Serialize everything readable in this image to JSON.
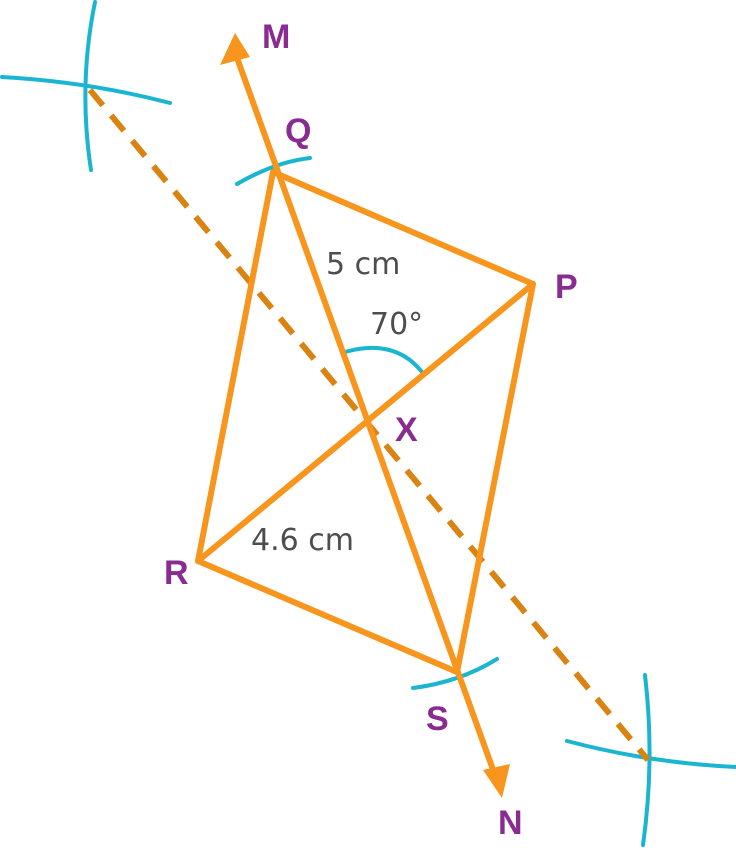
{
  "points": {
    "M": "M",
    "Q": "Q",
    "P": "P",
    "X": "X",
    "R": "R",
    "S": "S",
    "N": "N"
  },
  "measurements": {
    "qx_length": "5 cm",
    "rx_length": "4.6 cm",
    "angle": "70°"
  },
  "colors": {
    "figure": "#f7951d",
    "bisector": "#d98412",
    "arcs": "#19b5d1",
    "point_labels": "#8a2b91",
    "measure_labels": "#4d4d4d"
  }
}
